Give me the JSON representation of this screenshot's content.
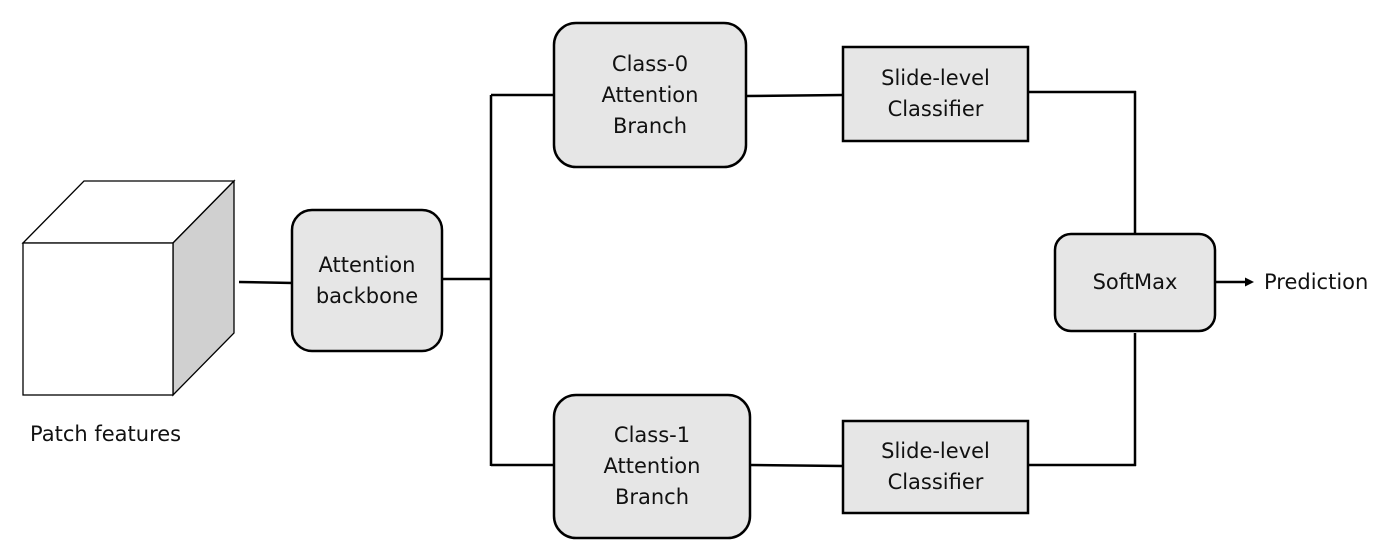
{
  "colors": {
    "box_fill": "#e6e6e6",
    "cube_side": "#d0d0d0",
    "stroke": "#000000",
    "background": "#ffffff"
  },
  "input": {
    "label": "Patch features"
  },
  "backbone": {
    "line1": "Attention",
    "line2": "backbone"
  },
  "branch0": {
    "line1": "Class-0",
    "line2": "Attention",
    "line3": "Branch"
  },
  "branch1": {
    "line1": "Class-1",
    "line2": "Attention",
    "line3": "Branch"
  },
  "classifier0": {
    "line1": "Slide-level",
    "line2": "Classifier"
  },
  "classifier1": {
    "line1": "Slide-level",
    "line2": "Classifier"
  },
  "softmax": {
    "label": "SoftMax"
  },
  "output": {
    "label": "Prediction"
  }
}
